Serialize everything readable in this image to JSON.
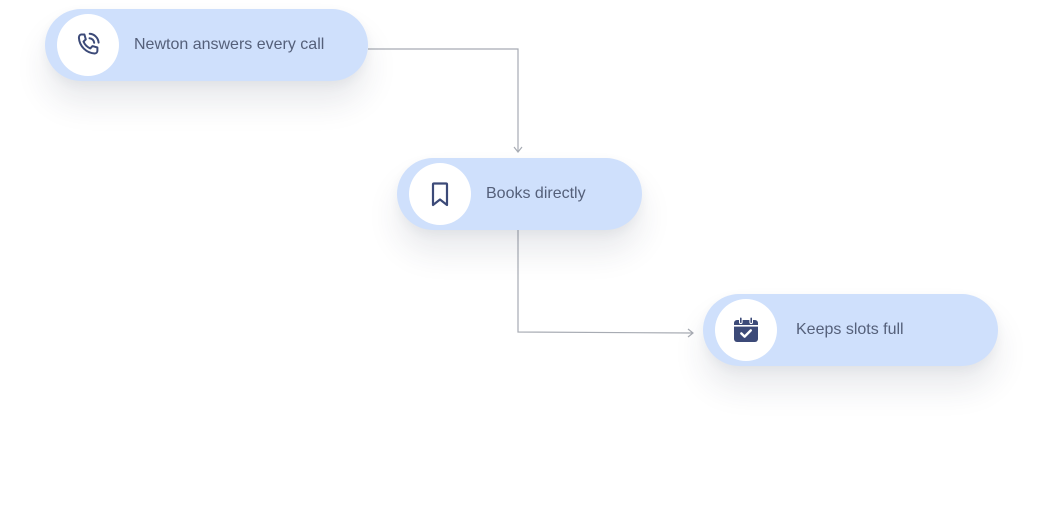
{
  "colors": {
    "pill_background": "#cfe0fc",
    "icon_color": "#3c4a78",
    "label_color": "#55607a",
    "connector_color": "#a7abb3"
  },
  "steps": [
    {
      "label": "Newton answers every call",
      "icon": "phone-ringing-icon"
    },
    {
      "label": "Books directly",
      "icon": "bookmark-icon"
    },
    {
      "label": "Keeps slots full",
      "icon": "calendar-check-icon"
    }
  ]
}
